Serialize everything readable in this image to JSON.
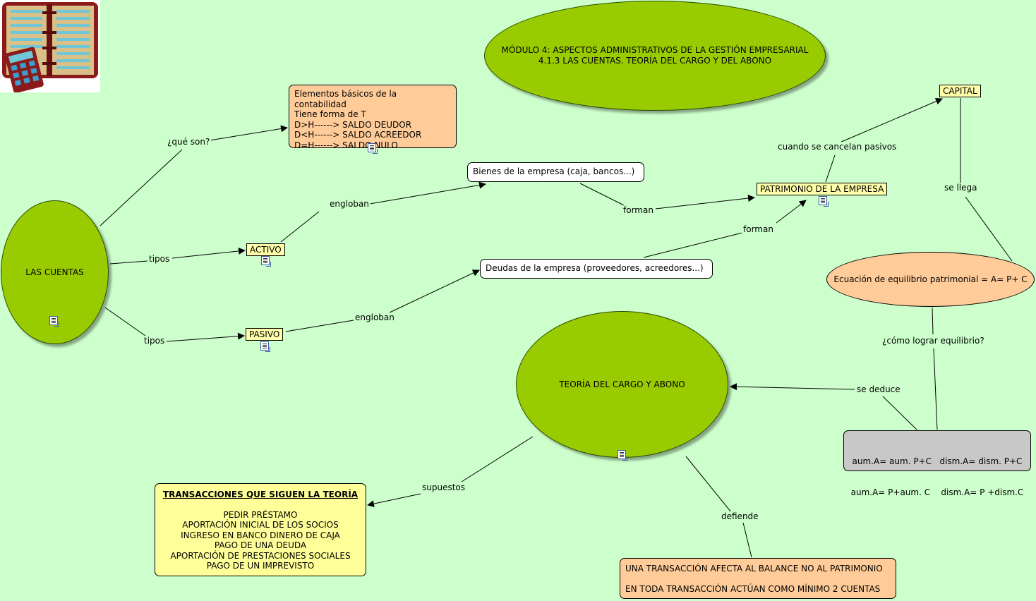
{
  "title_node": {
    "line1": "MÓDULO 4: ASPECTOS ADMINISTRATIVOS DE LA GESTIÓN EMPRESARIAL",
    "line2": "4.1.3 LAS CUENTAS. TEORÍA DEL CARGO Y DEL ABONO"
  },
  "nodes": {
    "las_cuentas": "LAS CUENTAS",
    "elementos": [
      "Elementos básicos de la contabilidad",
      "Tiene forma de T",
      "D>H------> SALDO DEUDOR",
      "D<H------> SALDO ACREEDOR",
      "D=H------> SALDO NULO"
    ],
    "bienes": "Bienes de la empresa (caja, bancos...)",
    "deudas": "Deudas de la empresa (proveedores, acreedores...)",
    "activo": "ACTIVO",
    "pasivo": "PASIVO",
    "patrimonio": "PATRIMONIO DE LA EMPRESA",
    "capital": "CAPITAL",
    "ecuacion": "Ecuación de equilibrio patrimonial = A= P+ C",
    "teoria": "TEORÍA DEL CARGO Y ABONO",
    "formulas": [
      "aum.A= aum. P+C   dism.A= dism. P+C",
      "aum.A= P+aum. C    dism.A= P +dism.C"
    ],
    "transacciones": {
      "heading": "TRANSACCIONES QUE SIGUEN LA TEORÍA",
      "items": [
        "PEDIR PRÉSTAMO",
        "APORTACIÓN INICIAL DE LOS SOCIOS",
        "INGRESO EN BANCO DINERO DE CAJA",
        "PAGO DE UNA DEUDA",
        "APORTACIÓN DE PRESTACIONES SOCIALES",
        "PAGO DE UN IMPREVISTO"
      ]
    },
    "principios": [
      "UNA TRANSACCIÓN AFECTA AL BALANCE NO AL PATRIMONIO",
      "EN TODA TRANSACCIÓN ACTÚAN COMO MÍNIMO 2 CUENTAS"
    ]
  },
  "links": {
    "que_son": "¿qué son?",
    "tipos_1": "tipos",
    "tipos_2": "tipos",
    "engloban_1": "engloban",
    "engloban_2": "engloban",
    "forman_1": "forman",
    "forman_2": "forman",
    "cuando": "cuando se cancelan pasivos",
    "se_llega": "se llega",
    "como": "¿cómo lograr equilibrio?",
    "se_deduce": "se deduce",
    "supuestos": "supuestos",
    "defiende": "defiende"
  },
  "colors": {
    "background": "#ccffcc",
    "ellipse": "#99cc00",
    "salmon": "#ffcc99",
    "tag": "#ffffaa",
    "grey": "#c8c8c8"
  },
  "icons": [
    "accounting-book-icon",
    "document-icon"
  ]
}
